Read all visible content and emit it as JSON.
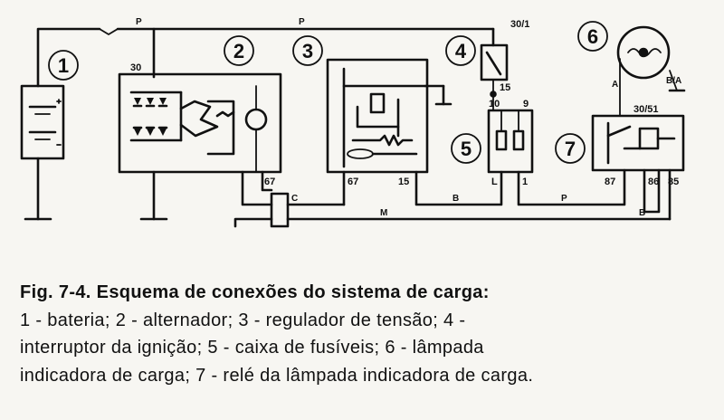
{
  "diagram": {
    "callouts": [
      "1",
      "2",
      "3",
      "4",
      "5",
      "6",
      "7"
    ],
    "terminals": {
      "alt_30": "30",
      "alt_67": "67",
      "reg_67": "67",
      "reg_15": "15",
      "sw_30_1": "30/1",
      "sw_15": "15",
      "fuse_10": "10",
      "fuse_9": "9",
      "fuse_l": "L",
      "fuse_1": "1",
      "relay_30_51": "30/51",
      "relay_87": "87",
      "relay_86": "86",
      "relay_85": "85"
    },
    "wire_codes": {
      "top_left": "P",
      "top_mid": "P",
      "lamp": "A",
      "lamp_right": "B/A",
      "reg_a": "C",
      "reg_b": "B",
      "fuse_out": "P",
      "relay_in": "B",
      "bottom": "M"
    }
  },
  "caption": {
    "title": "Fig. 7-4. Esquema de conexões do sistema de carga:",
    "lines": [
      "1 - bateria; 2 - alternador; 3 - regulador de tensão; 4 -",
      "interruptor da ignição; 5 - caixa de fusíveis; 6 - lâmpada",
      "indicadora de carga; 7 - relé da lâmpada indicadora de carga."
    ]
  }
}
